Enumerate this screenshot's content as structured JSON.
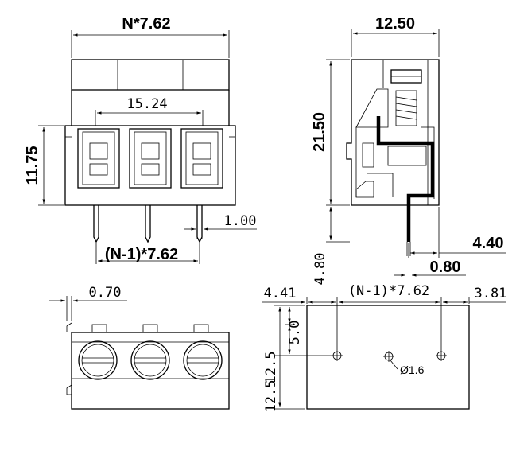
{
  "dims": {
    "pitch_total": "N*7.62",
    "pitch_inner": "15.24",
    "height_front": "11.75",
    "pin_dia": "1.00",
    "pitch_n1_front": "(N-1)*7.62",
    "side_width": "12.50",
    "side_height": "21.50",
    "pin_offset": "4.40",
    "pin_thick": "0.80",
    "pin_length": "4.80",
    "top_offset": "0.70",
    "hole_offset_x": "4.41",
    "pitch_n1_pcb": "(N-1)*7.62",
    "hole_end_x": "3.81",
    "hole_offset_y": "5.0",
    "hole_row_y": "12.5",
    "pcb_height": "12.5",
    "hole_dia": "Ø1.6"
  }
}
